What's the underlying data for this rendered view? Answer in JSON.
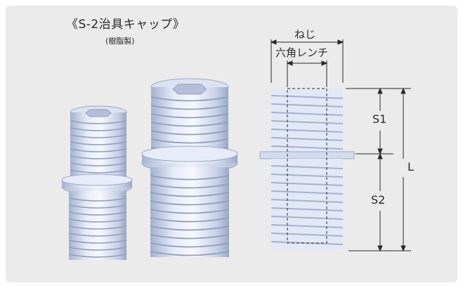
{
  "header": {
    "title": "《S-2治具キャップ》",
    "subtitle": "(樹脂製)"
  },
  "diagram": {
    "thread_label": "ねじ",
    "hex_wrench_label": "六角レンチ",
    "s1_label": "S1",
    "s2_label": "S2",
    "length_label": "L"
  },
  "colors": {
    "background": "#ebebeb",
    "cap_light": "#e8eefa",
    "cap_mid": "#c3cee6",
    "cap_dark": "#94a2c2",
    "line": "#2a2a2a"
  }
}
